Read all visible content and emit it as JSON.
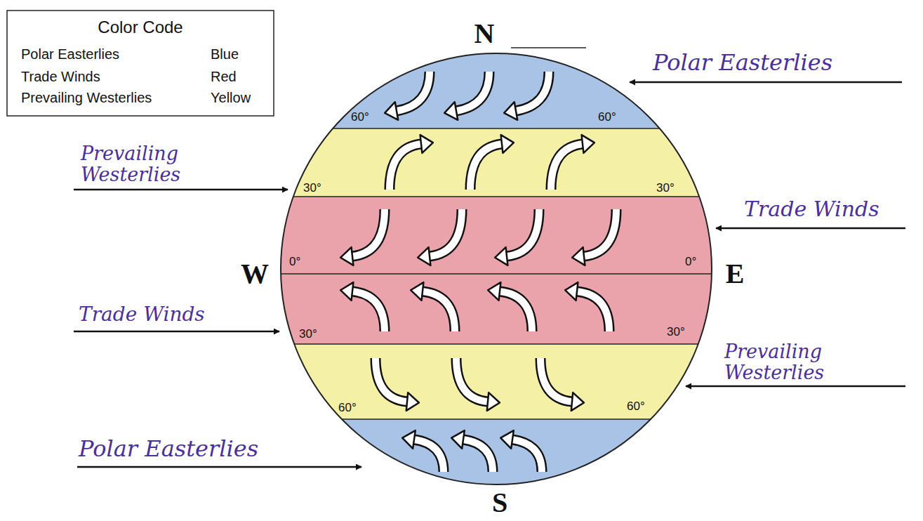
{
  "diagram": {
    "labels": [
      "Color Code",
      "Blue",
      "Red",
      "Yellow",
      "N",
      "Polar Easterlies",
      "60°",
      "60°",
      "Prevailing Westerlies",
      "30°",
      "30°",
      "Trade Winds",
      "W",
      "0°",
      "0°",
      "E",
      "Trade Winds",
      "30°",
      "30°",
      "Prevailing Westerlies",
      "60°",
      "60°",
      "Polar Easterlies",
      "S"
    ],
    "legend": [
      {
        "text": "Polar Easterlies"
      },
      {
        "text": "Trade Winds"
      },
      {
        "text": "Prevailing Westerlies"
      }
    ]
  }
}
